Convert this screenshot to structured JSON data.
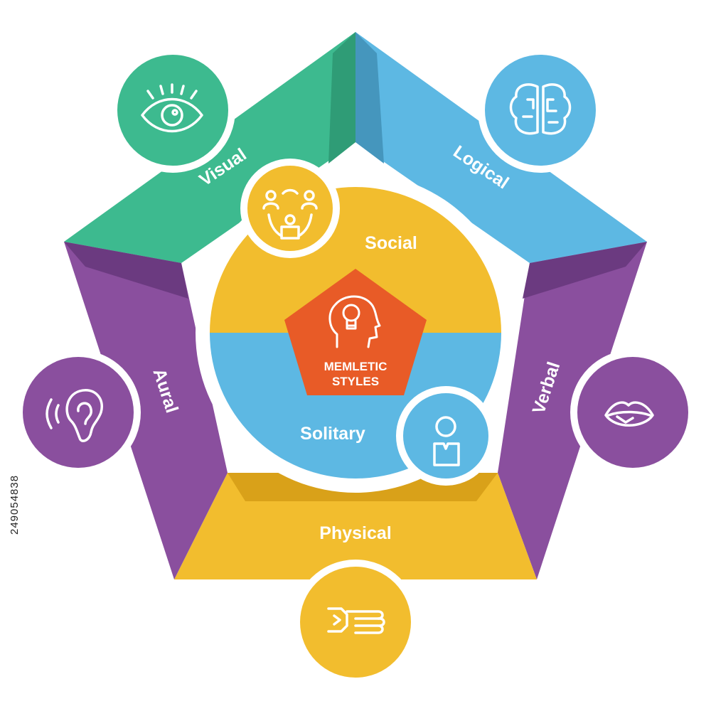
{
  "center": {
    "line1": "MEMLETIC",
    "line2": "STYLES"
  },
  "colors": {
    "visual": "#3dba8f",
    "logical": "#5db8e3",
    "verbal": "#8a4f9e",
    "aural": "#8a4f9e",
    "physical": "#f2bd2e",
    "center": "#e85b27"
  },
  "styles": [
    {
      "id": "visual",
      "label": "Visual",
      "icon": "eye-icon"
    },
    {
      "id": "logical",
      "label": "Logical",
      "icon": "brain-icon"
    },
    {
      "id": "verbal",
      "label": "Verbal",
      "icon": "lips-icon"
    },
    {
      "id": "physical",
      "label": "Physical",
      "icon": "fist-icon"
    },
    {
      "id": "aural",
      "label": "Aural",
      "icon": "ear-icon"
    }
  ],
  "inner": {
    "social": {
      "label": "Social",
      "icon": "group-icon"
    },
    "solitary": {
      "label": "Solitary",
      "icon": "person-icon"
    }
  },
  "stock_id": "249054838"
}
